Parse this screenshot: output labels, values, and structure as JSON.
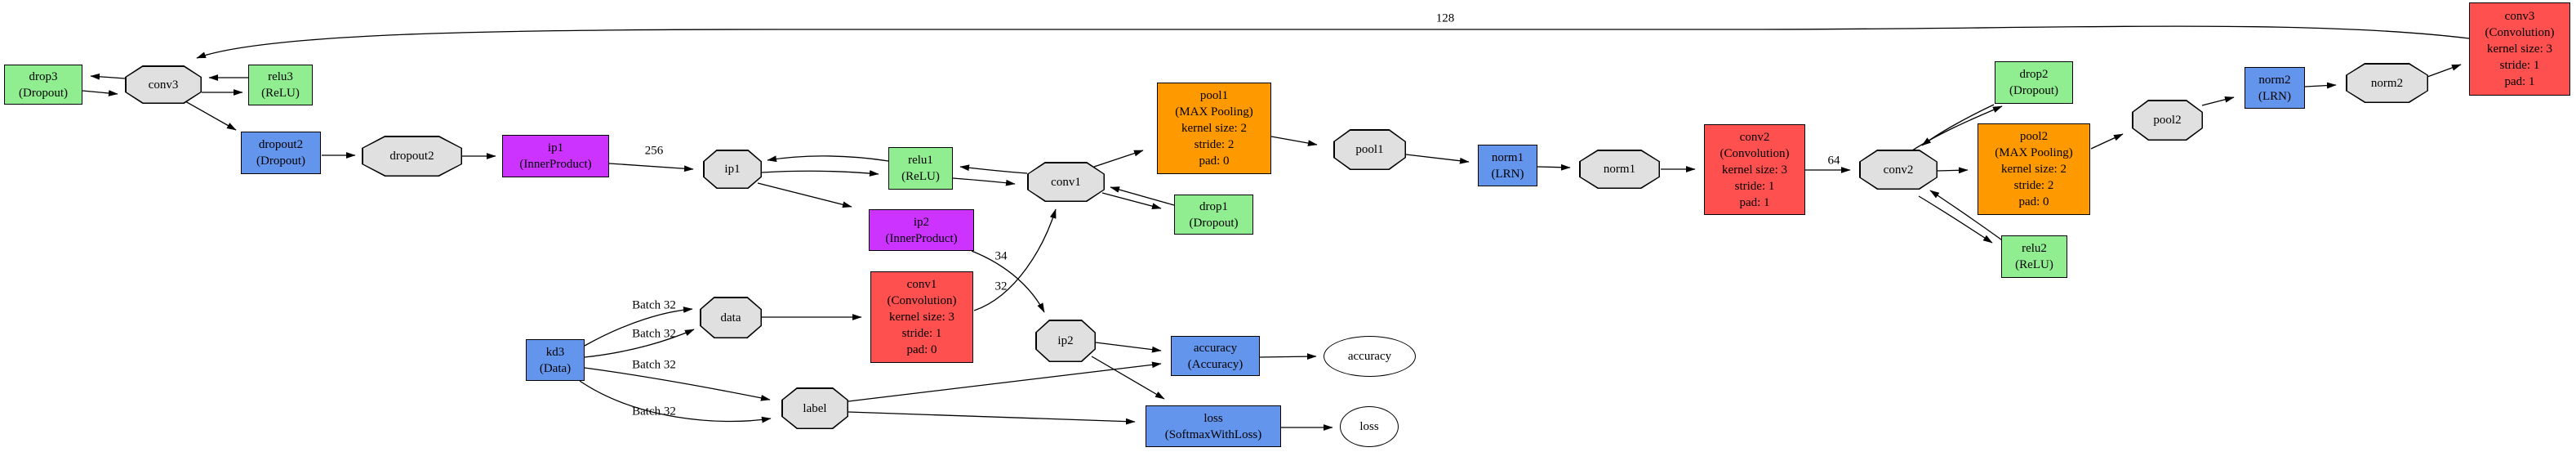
{
  "palette": {
    "convolution": "#FF5050",
    "pooling": "#FF9900",
    "inner_product": "#CC33FF",
    "neuron": "#90EE90",
    "default_layer": "#6495ED",
    "blob": "#E0E0E0",
    "output": "#FFFFFF"
  },
  "nodes": {
    "drop3": {
      "label": "drop3\n(Dropout)"
    },
    "conv3_blob": {
      "label": "conv3"
    },
    "relu3": {
      "label": "relu3\n(ReLU)"
    },
    "dropout2": {
      "label": "dropout2\n(Dropout)"
    },
    "dropout2_blob": {
      "label": "dropout2"
    },
    "ip1": {
      "label": "ip1\n(InnerProduct)"
    },
    "ip1_blob": {
      "label": "ip1"
    },
    "relu1": {
      "label": "relu1\n(ReLU)"
    },
    "ip2": {
      "label": "ip2\n(InnerProduct)"
    },
    "conv1": {
      "label": "conv1\n(Convolution)\nkernel size: 3\nstride: 1\npad: 0"
    },
    "conv1_blob": {
      "label": "conv1"
    },
    "pool1": {
      "label": "pool1\n(MAX Pooling)\nkernel size: 2\nstride: 2\npad: 0"
    },
    "drop1": {
      "label": "drop1\n(Dropout)"
    },
    "pool1_blob": {
      "label": "pool1"
    },
    "norm1": {
      "label": "norm1\n(LRN)"
    },
    "norm1_blob": {
      "label": "norm1"
    },
    "conv2": {
      "label": "conv2\n(Convolution)\nkernel size: 3\nstride: 1\npad: 1"
    },
    "conv2_blob": {
      "label": "conv2"
    },
    "drop2": {
      "label": "drop2\n(Dropout)"
    },
    "pool2": {
      "label": "pool2\n(MAX Pooling)\nkernel size: 2\nstride: 2\npad: 0"
    },
    "relu2": {
      "label": "relu2\n(ReLU)"
    },
    "pool2_blob": {
      "label": "pool2"
    },
    "norm2": {
      "label": "norm2\n(LRN)"
    },
    "norm2_blob": {
      "label": "norm2"
    },
    "conv3": {
      "label": "conv3\n(Convolution)\nkernel size: 3\nstride: 1\npad: 1"
    },
    "kd3": {
      "label": "kd3\n(Data)"
    },
    "data_blob": {
      "label": "data"
    },
    "label_blob": {
      "label": "label"
    },
    "ip2_blob": {
      "label": "ip2"
    },
    "accuracy": {
      "label": "accuracy\n(Accuracy)"
    },
    "loss": {
      "label": "loss\n(SoftmaxWithLoss)"
    },
    "accuracy_out": {
      "label": "accuracy"
    },
    "loss_out": {
      "label": "loss"
    }
  },
  "edge_labels": {
    "recur_128": "128",
    "ip1_out": "256",
    "conv2_out": "64",
    "ip2_out": "34",
    "conv1_out": "32",
    "batch_1": "Batch 32",
    "batch_2": "Batch 32",
    "batch_3": "Batch 32",
    "batch_4": "Batch 32"
  }
}
